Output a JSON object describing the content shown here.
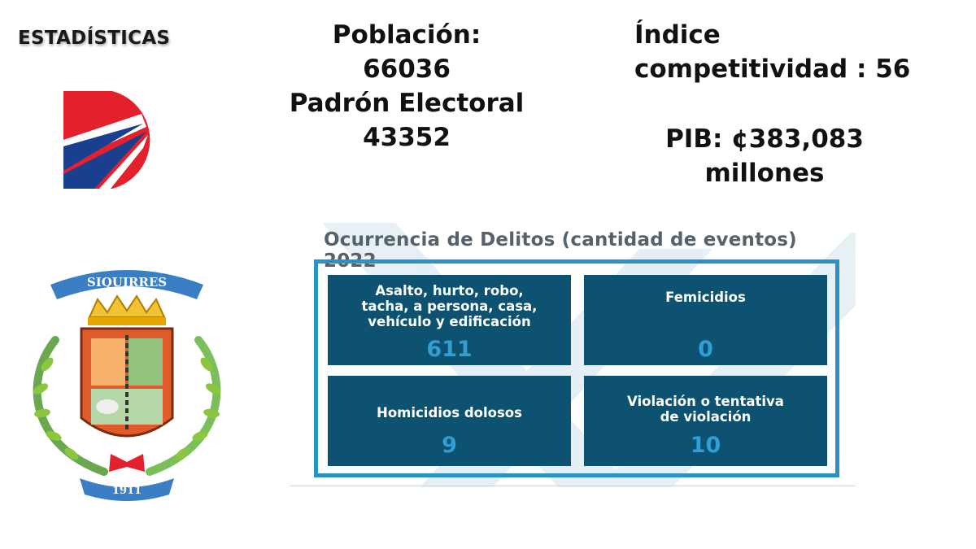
{
  "header": {
    "section_title": "ESTADÍSTICAS"
  },
  "stats_left": {
    "population_label": "Población:",
    "population_value": "66036",
    "electoral_label": "Padrón Electoral",
    "electoral_value": "43352"
  },
  "stats_right": {
    "index_line1": "Índice",
    "index_line2": "competitividad : 56",
    "pib_line1": "PIB:  ¢383,083",
    "pib_line2": "millones"
  },
  "coat_of_arms": {
    "banner_text": "SIQUIRRES",
    "year": "1911"
  },
  "crime_panel": {
    "title": "Ocurrencia de Delitos (cantidad de eventos) 2022",
    "tiles": [
      {
        "label": "Asalto, hurto, robo,\ntacha, a persona, casa,\nvehículo y edificación",
        "value": "611"
      },
      {
        "label": "Femicidios",
        "value": "0"
      },
      {
        "label": "Homicidios dolosos",
        "value": "9"
      },
      {
        "label": "Violación o tentativa\nde violación",
        "value": "10"
      }
    ]
  },
  "colors": {
    "tile_bg": "#0d5270",
    "tile_value": "#2f9fd6",
    "frame_border": "#2a93c6",
    "logo_red": "#e3202b",
    "logo_blue": "#1b3f8f"
  }
}
